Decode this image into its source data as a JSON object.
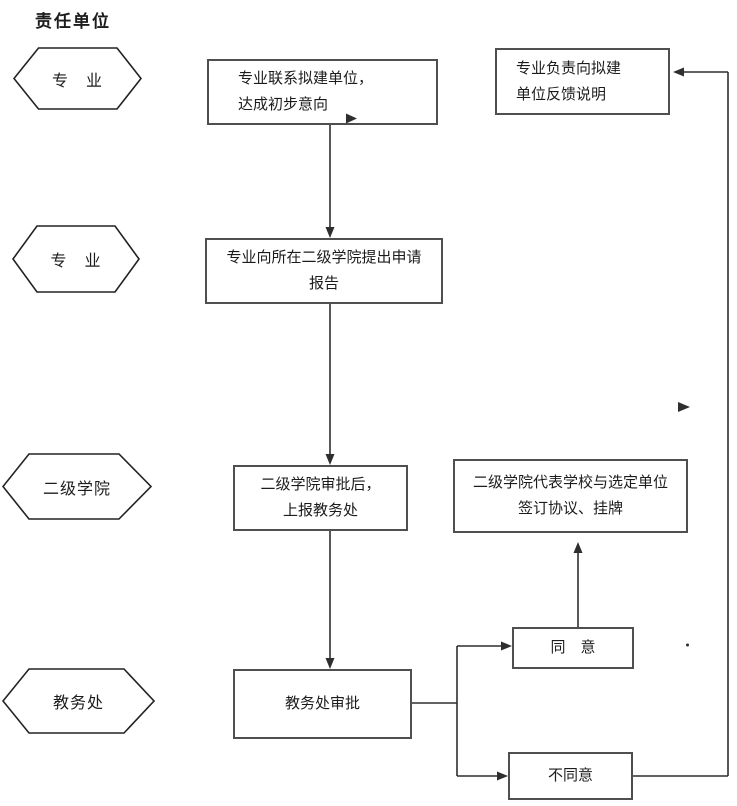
{
  "header": {
    "title": "责任单位"
  },
  "lanes": {
    "items": [
      {
        "label": "专　业"
      },
      {
        "label": "专　业"
      },
      {
        "label": "二级学院"
      },
      {
        "label": "教务处"
      }
    ]
  },
  "flow": {
    "contact": {
      "line1": "专业联系拟建单位，",
      "line2": "达成初步意向"
    },
    "apply": {
      "line1": "专业向所在二级学院提出申请",
      "line2": "报告"
    },
    "college_review": {
      "line1": "二级学院审批后，",
      "line2": "上报教务处"
    },
    "office_review": {
      "label": "教务处审批"
    },
    "feedback": {
      "line1": "专业负责向拟建",
      "line2": "单位反馈说明"
    },
    "sign": {
      "line1": "二级学院代表学校与选定单位",
      "line2": "签订协议、挂牌"
    },
    "agree": {
      "label": "同　意"
    },
    "disagree": {
      "label": "不同意"
    }
  },
  "colors": {
    "line": "#2e2e2e",
    "box_border": "#4f4f4f",
    "text": "#1c1c1c",
    "background": "#ffffff"
  }
}
